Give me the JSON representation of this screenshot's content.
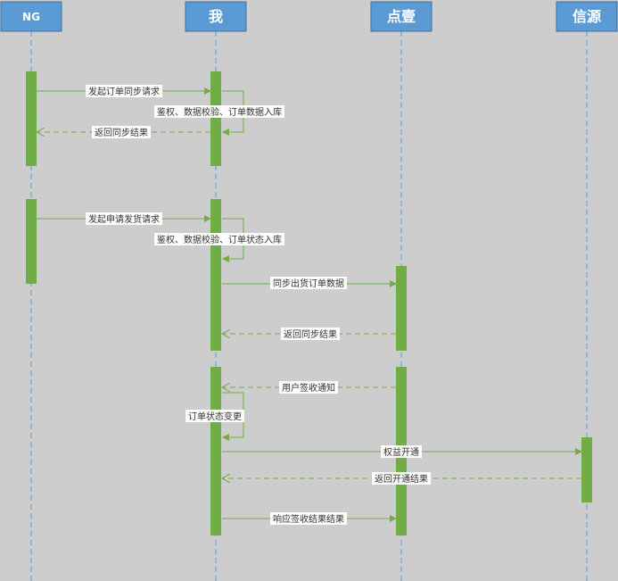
{
  "diagram": {
    "type": "sequence",
    "colors": {
      "background": "#cdcdcd",
      "actor_fill": "#5b9bd5",
      "actor_border": "#41719c",
      "actor_text": "#ffffff",
      "lifeline": "#5b9bd5",
      "activation": "#70ad47",
      "arrow": "#70ad47",
      "label_bg": "#ffffff",
      "label_text": "#333333"
    },
    "actors": [
      {
        "id": "ng",
        "label": "NG"
      },
      {
        "id": "me",
        "label": "我"
      },
      {
        "id": "dianyi",
        "label": "点壹"
      },
      {
        "id": "xinyuan",
        "label": "信源"
      }
    ],
    "messages": [
      {
        "from": "ng",
        "to": "me",
        "label": "发起订单同步请求",
        "style": "solid"
      },
      {
        "from": "me",
        "to": "me",
        "label": "鉴权、数据校验、订单数据入库",
        "style": "self"
      },
      {
        "from": "me",
        "to": "ng",
        "label": "返回同步结果",
        "style": "dashed"
      },
      {
        "from": "ng",
        "to": "me",
        "label": "发起申请发货请求",
        "style": "solid"
      },
      {
        "from": "me",
        "to": "me",
        "label": "鉴权、数据校验、订单状态入库",
        "style": "self"
      },
      {
        "from": "me",
        "to": "dianyi",
        "label": "同步出货订单数据",
        "style": "solid"
      },
      {
        "from": "dianyi",
        "to": "me",
        "label": "返回同步结果",
        "style": "dashed"
      },
      {
        "from": "dianyi",
        "to": "me",
        "label": "用户签收通知",
        "style": "dashed"
      },
      {
        "from": "me",
        "to": "me",
        "label": "订单状态变更",
        "style": "self"
      },
      {
        "from": "me",
        "to": "xinyuan",
        "label": "权益开通",
        "style": "solid"
      },
      {
        "from": "xinyuan",
        "to": "me",
        "label": "返回开通结果",
        "style": "dashed"
      },
      {
        "from": "me",
        "to": "dianyi",
        "label": "响应签收结果结果",
        "style": "solid"
      }
    ]
  }
}
